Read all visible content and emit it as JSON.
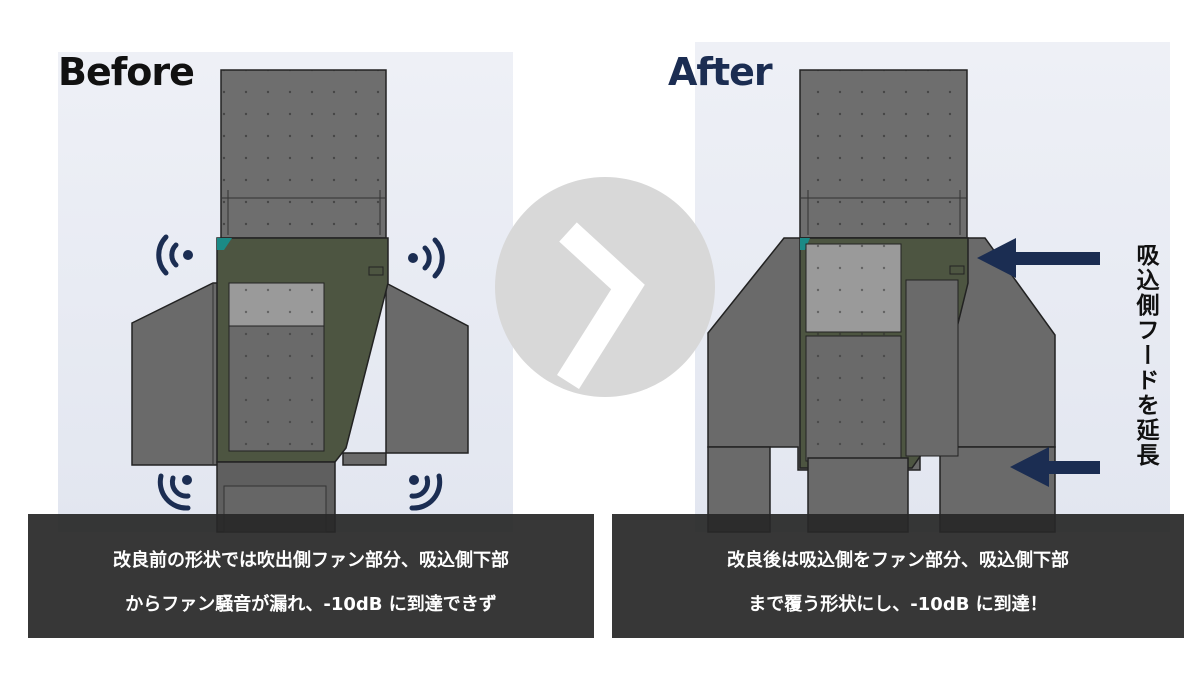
{
  "before": {
    "title": "Before",
    "caption_line1": "改良前の形状では吹出側ファン部分、吸込側下部",
    "caption_line2": "からファン騒音が漏れ、-10dB に到達できず"
  },
  "after": {
    "title": "After",
    "caption_line1": "改良後は吸込側をファン部分、吸込側下部",
    "caption_line2": "まで覆う形状にし、-10dB に到達！",
    "side_label": "吸込側フードを延長"
  },
  "icons": {
    "transition": "chevron-right-icon",
    "noise": "sound-wave-icon",
    "pointer": "arrow-left-icon"
  },
  "colors": {
    "dark_navy": "#1b2d52",
    "chevron_circle": "#d8d8d8",
    "machine_gray": "#6c6c6c",
    "machine_olive": "#4d5541",
    "caption_bg": "#282828"
  }
}
